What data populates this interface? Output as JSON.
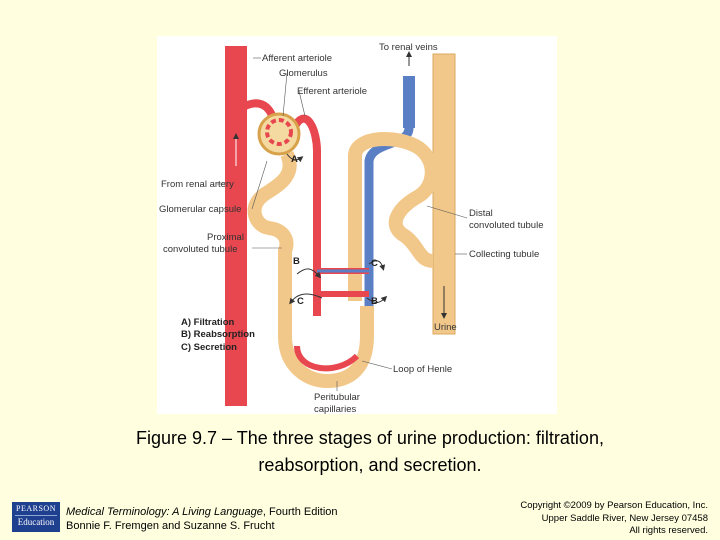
{
  "figure": {
    "labels": {
      "to_renal_veins": "To renal veins",
      "afferent_arteriole": "Afferent arteriole",
      "glomerulus": "Glomerulus",
      "efferent_arteriole": "Efferent arteriole",
      "from_renal_artery": "From renal artery",
      "glomerular_capsule": "Glomerular capsule",
      "proximal_line1": "Proximal",
      "proximal_line2": "convoluted tubule",
      "distal_line1": "Distal",
      "distal_line2": "convoluted tubule",
      "collecting_tubule": "Collecting tubule",
      "urine": "Urine",
      "loop_of_henle": "Loop of Henle",
      "peritubular_line1": "Peritubular",
      "peritubular_line2": "capillaries",
      "marker_a": "A",
      "marker_b_left": "B",
      "marker_c_right": "C",
      "marker_c_left": "C",
      "marker_b_right": "B"
    },
    "legend": [
      "A) Filtration",
      "B) Reabsorption",
      "C) Secretion"
    ],
    "colors": {
      "artery": "#e8474f",
      "vein": "#5b7fc4",
      "tubule": "#f2c88a",
      "tubule_edge": "#d9a863",
      "capsule": "#d8a24a"
    }
  },
  "caption": {
    "line1": "Figure 9.7 – The three stages of urine production: filtration,",
    "line2": "reabsorption, and secretion."
  },
  "footer": {
    "logo_top": "PEARSON",
    "logo_bottom": "Education",
    "book_title": "Medical Terminology: A Living Language",
    "edition": ", Fourth Edition",
    "authors": "Bonnie F. Fremgen and Suzanne S. Frucht",
    "copyright_line1": "Copyright ©2009 by Pearson Education, Inc.",
    "copyright_line2": "Upper Saddle River, New Jersey 07458",
    "copyright_line3": "All rights reserved."
  }
}
